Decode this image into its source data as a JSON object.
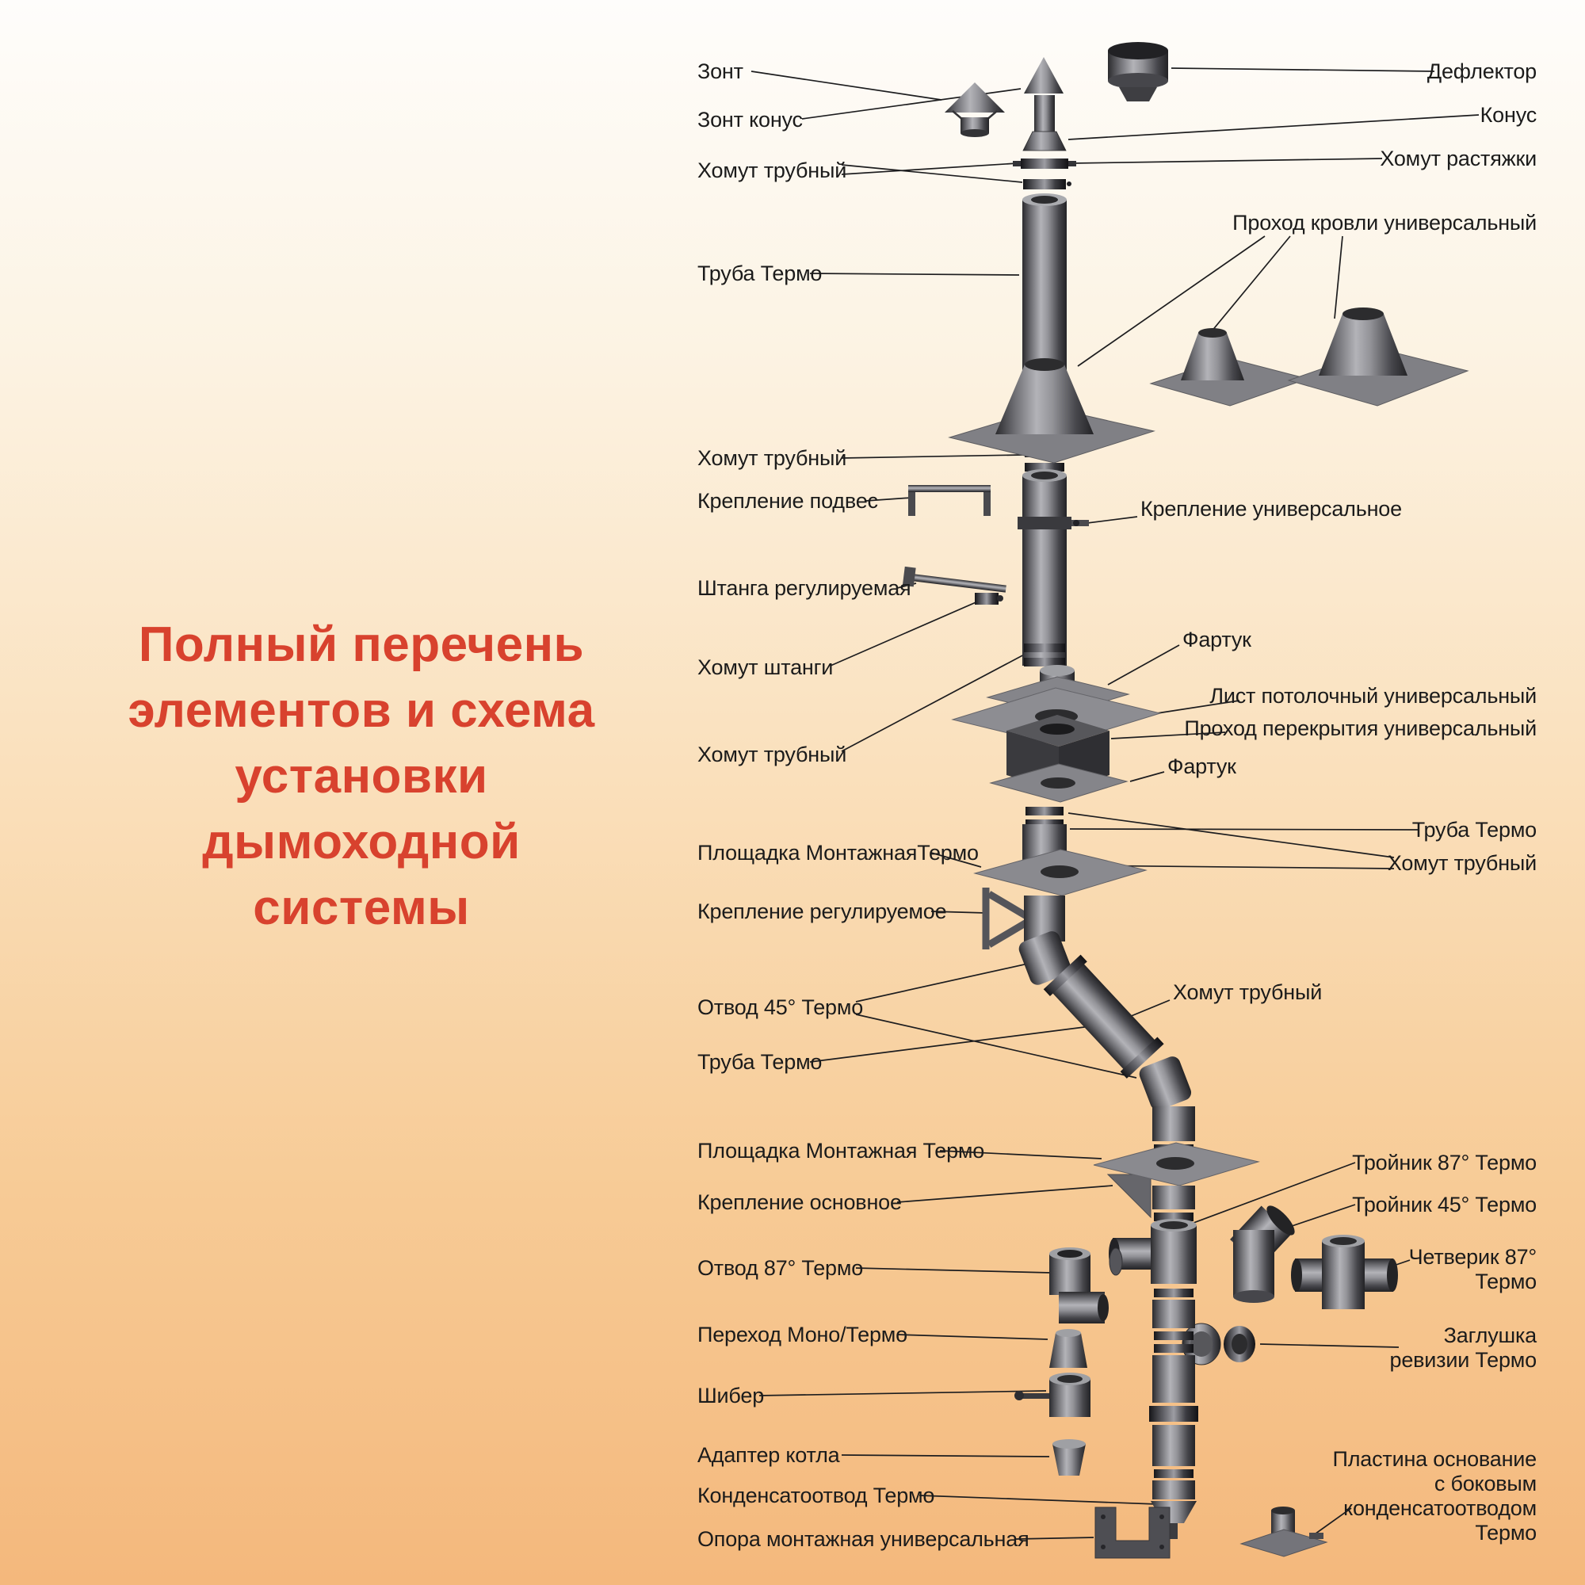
{
  "title": {
    "lines": [
      "Полный перечень",
      "элементов и схема",
      "установки",
      "дымоходной",
      "системы"
    ]
  },
  "labels": {
    "left": [
      {
        "text": "Зонт"
      },
      {
        "text": "Зонт конус"
      },
      {
        "text": "Хомут трубный"
      },
      {
        "text": "Труба Термо"
      },
      {
        "text": "Хомут трубный"
      },
      {
        "text": "Крепление подвес"
      },
      {
        "text": "Штанга регулируемая"
      },
      {
        "text": "Хомут штанги"
      },
      {
        "text": "Хомут трубный"
      },
      {
        "text": "Площадка МонтажнаяТермо"
      },
      {
        "text": "Крепление регулируемое"
      },
      {
        "text": "Отвод 45° Термо"
      },
      {
        "text": "Труба Термо"
      },
      {
        "text": "Площадка Монтажная Термо"
      },
      {
        "text": "Крепление основное"
      },
      {
        "text": "Отвод 87° Термо"
      },
      {
        "text": "Переход Моно/Термо"
      },
      {
        "text": "Шибер"
      },
      {
        "text": "Адаптер котла"
      },
      {
        "text": "Конденсатоотвод Термо"
      },
      {
        "text": "Опора монтажная универсальная"
      }
    ],
    "right": [
      {
        "text": "Дефлектор"
      },
      {
        "text": "Конус"
      },
      {
        "text": "Хомут растяжки"
      },
      {
        "text": "Проход кровли универсальный"
      },
      {
        "text": "Крепление универсальное"
      },
      {
        "text": "Фартук"
      },
      {
        "text": "Лист потолочный универсальный"
      },
      {
        "text": "Проход перекрытия универсальный"
      },
      {
        "text": "Фартук"
      },
      {
        "text": "Труба Термо"
      },
      {
        "text": "Хомут трубный"
      },
      {
        "text": "Хомут трубный"
      },
      {
        "text": "Тройник 87° Термо"
      },
      {
        "text": "Тройник 45° Термо"
      },
      {
        "text": "Четверик 87°\nТермо"
      },
      {
        "text": "Заглушка\nревизии Термо"
      },
      {
        "text": "Пластина основание\nс боковым\nконденсатоотводом\nТермо"
      }
    ]
  },
  "palette": {
    "title_red": "#d8422e",
    "label_text": "#1b1b1b",
    "leader_line": "#1d1d1f",
    "background_top": "#fefdfb",
    "background_bottom": "#f4b87c",
    "metal_dark": "#2b2b2e",
    "metal_light": "#b3b3b8",
    "plate_gray": "#85858a"
  }
}
